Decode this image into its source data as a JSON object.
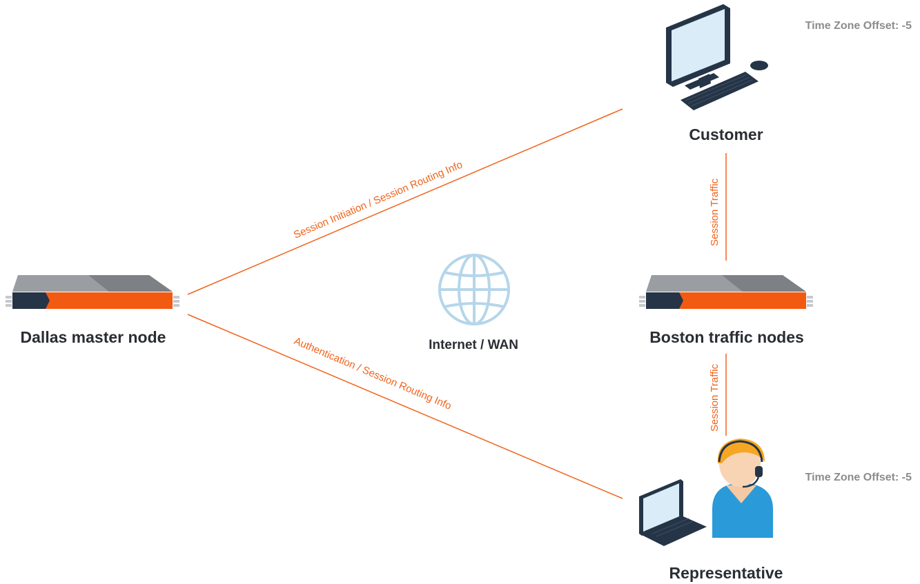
{
  "nodes": {
    "dallas": {
      "label": "Dallas master node"
    },
    "boston": {
      "label": "Boston traffic nodes"
    },
    "customer": {
      "label": "Customer",
      "time_zone": "Time Zone Offset: -5"
    },
    "representative": {
      "label": "Representative",
      "time_zone": "Time Zone Offset: -5"
    },
    "internet": {
      "label": "Internet / WAN"
    }
  },
  "links": {
    "dallas_customer": "Session Initiation / Session Routing Info",
    "dallas_representative": "Authentication / Session Routing Info",
    "customer_boston": "Session Traffic",
    "boston_representative": "Session Traffic"
  },
  "colors": {
    "accent": "#f0631c",
    "server_dark": "#253547",
    "server_body": "#8a8d90",
    "globe": "#b5d6ea",
    "person_shirt": "#2a9ad8",
    "person_hair": "#f5a623"
  },
  "icons": {
    "server": "server-rack-icon",
    "globe": "globe-icon",
    "desktop": "desktop-computer-icon",
    "laptop": "laptop-icon",
    "person": "headset-person-icon"
  }
}
